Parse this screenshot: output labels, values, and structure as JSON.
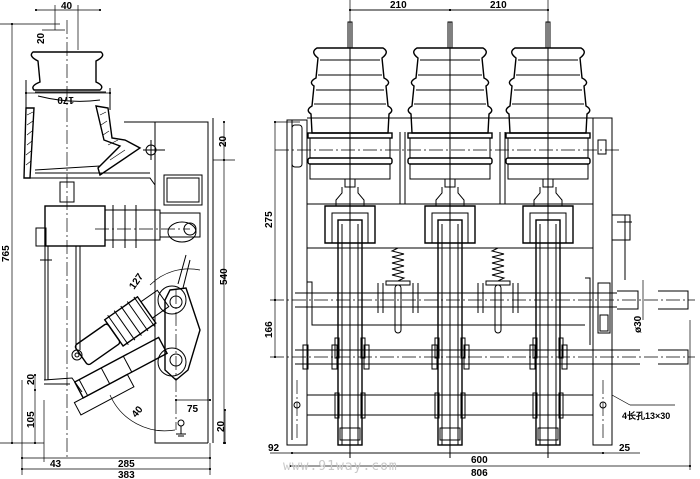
{
  "side_view": {
    "dims": {
      "top_offset": "40",
      "top_height": "20",
      "insulator_width": "170",
      "cover_height": "20",
      "overall_height": "765",
      "plate_height": "540",
      "radius": "127",
      "lower_step": "20",
      "base_height": "105",
      "earth_offset": "75",
      "bottom_height": "20",
      "left_offset": "43",
      "depth": "285",
      "overall_depth": "383",
      "angle": "40"
    }
  },
  "front_view": {
    "dims": {
      "pitch_1": "210",
      "pitch_2": "210",
      "upper_height": "275",
      "shaft_spacing": "166",
      "shaft_diameter": "ø30",
      "mounting_holes": "4长孔13×30",
      "left_margin": "92",
      "hole_spacing": "600",
      "right_margin": "25",
      "overall_width": "806"
    }
  },
  "watermark": "www.91way.com"
}
